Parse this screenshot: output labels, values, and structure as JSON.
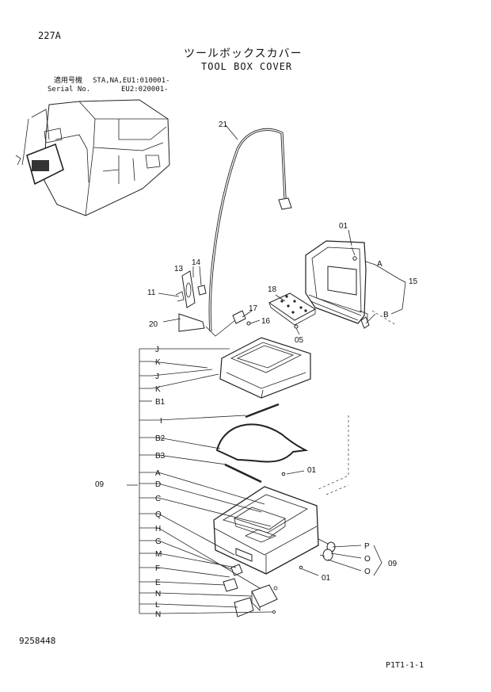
{
  "header": {
    "page_number": "227A",
    "title_jp": "ツールボックスカバー",
    "title_en": "TOOL BOX COVER",
    "serial_label_jp": "適用号機",
    "serial_label_en": "Serial No.",
    "serial_1": "STA,NA,EU1:010001-",
    "serial_2": "EU2:020001-"
  },
  "footer": {
    "document_number": "9258448",
    "reference_code": "P1T1-1-1"
  },
  "callouts": {
    "p21": "21",
    "p01a": "01",
    "pA1": "A",
    "p15": "15",
    "pB1": "B",
    "p13": "13",
    "p14": "14",
    "p11": "11",
    "p18": "18",
    "p17": "17",
    "p16": "16",
    "p20": "20",
    "p05": "05",
    "p01b": "01",
    "p09a": "09",
    "p09b": "09",
    "pP": "P",
    "pO1": "O",
    "pO2": "O",
    "p01c": "01"
  },
  "left_labels": [
    "J",
    "K",
    "J",
    "K",
    "B1",
    "I",
    "B2",
    "B3",
    "A",
    "D",
    "C",
    "Q",
    "H",
    "G",
    "M",
    "F",
    "E",
    "N",
    "L",
    "N"
  ]
}
